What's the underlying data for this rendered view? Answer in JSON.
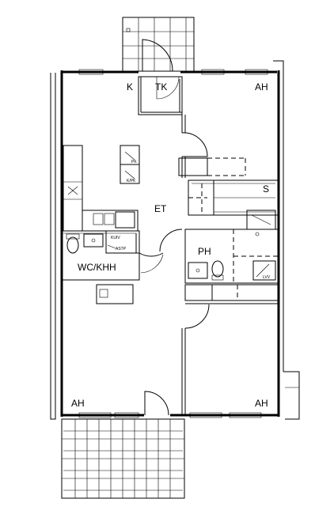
{
  "rooms": {
    "kitchen": "K",
    "closet": "TK",
    "bedroom_top_right": "AH",
    "hall": "ET",
    "storage": "S",
    "bathroom": "PH",
    "toilet": "WC/KHH",
    "bedroom_bottom_left": "AH",
    "bedroom_bottom_right": "AH"
  },
  "fixtures": {
    "fridge_label": "PK",
    "fridge_freezer_label": "K/PK",
    "washer_label": "KUIV",
    "dishwasher_label": "ASTP",
    "water_heater_label": "LVV"
  },
  "colors": {
    "line": "#000000",
    "background": "#ffffff"
  }
}
